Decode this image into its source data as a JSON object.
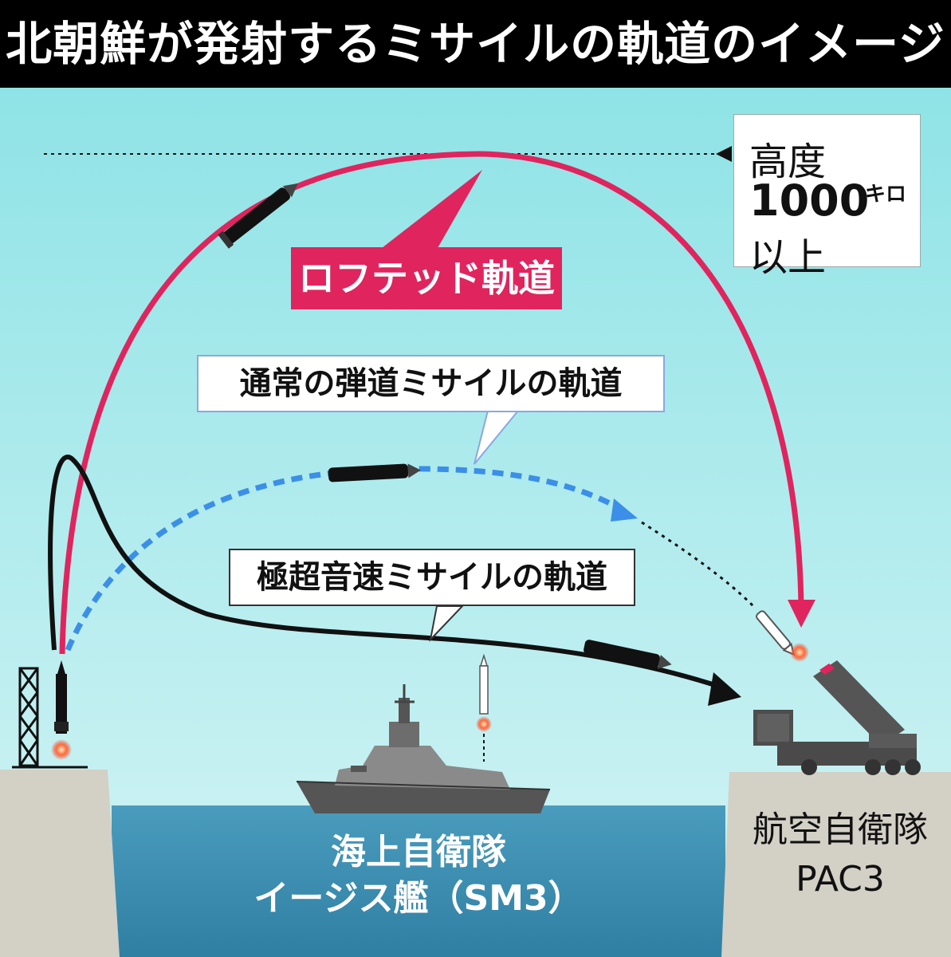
{
  "title": "北朝鮮が発射するミサイルの軌道のイメージ",
  "altitude": {
    "line1": "高度",
    "value": "1000",
    "unit": "キロ",
    "line3": "以上"
  },
  "trajectories": {
    "lofted": "ロフテッド軌道",
    "normal": "通常の弾道ミサイルの軌道",
    "hypersonic": "極超音速ミサイルの軌道"
  },
  "labels": {
    "msdf_line1": "海上自衛隊",
    "msdf_line2": "イージス艦（SM3）",
    "asdf_line1": "航空自衛隊",
    "asdf_line2": "PAC3"
  },
  "colors": {
    "sky_top": "#8fe3e6",
    "sky_bottom": "#ccf2f4",
    "lofted": "#e0245e",
    "normal": "#3b8fe8",
    "hypersonic": "#111111",
    "sea": "#3b8fb0",
    "ground": "#d3d0c6",
    "title_bar": "#000000"
  }
}
